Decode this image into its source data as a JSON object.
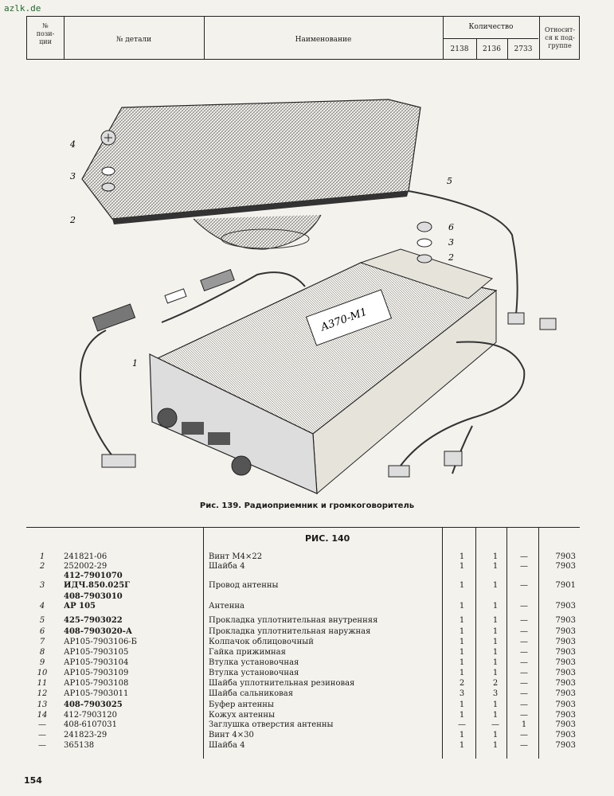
{
  "site": "azlk.de",
  "header": {
    "pos": "№\nпози-\nции",
    "part_no": "№ детали",
    "name": "Наименование",
    "qty": "Количество",
    "q1": "2138",
    "q2": "2136",
    "q3": "2733",
    "group": "Относит-\nся к под-\nгруппе"
  },
  "figure": {
    "caption": "Рис. 139. Радиоприемник и громкоговоритель",
    "radio_label": "А370-М1",
    "callouts": [
      "4",
      "3",
      "2",
      "5",
      "6",
      "3",
      "2",
      "1"
    ]
  },
  "parts_title": "РИС. 140",
  "rows": [
    {
      "pos": "1",
      "num": "241821-06",
      "bold": false,
      "name": "Винт М4×22",
      "q1": "1",
      "q2": "1",
      "q3": "—",
      "grp": "7903"
    },
    {
      "pos": "2",
      "num": "252002-29",
      "bold": false,
      "name": "Шайба 4",
      "q1": "1",
      "q2": "1",
      "q3": "—",
      "grp": "7903"
    },
    {
      "pos": "",
      "num": "412-7901070",
      "bold": true,
      "name": "",
      "q1": "",
      "q2": "",
      "q3": "",
      "grp": ""
    },
    {
      "pos": "3",
      "num": "ИДЧ.850.025Г",
      "bold": true,
      "name": "Провод антенны",
      "q1": "1",
      "q2": "1",
      "q3": "—",
      "grp": "7901"
    },
    {
      "pos": "",
      "num": "408-7903010",
      "bold": true,
      "name": "",
      "q1": "",
      "q2": "",
      "q3": "",
      "grp": ""
    },
    {
      "pos": "4",
      "num": "АР 105",
      "bold": true,
      "name": "Антенна",
      "q1": "1",
      "q2": "1",
      "q3": "—",
      "grp": "7903"
    },
    {
      "pos": "5",
      "num": "425-7903022",
      "bold": true,
      "name": "Прокладка уплотнительная внутренняя",
      "q1": "1",
      "q2": "1",
      "q3": "—",
      "grp": "7903"
    },
    {
      "pos": "6",
      "num": "408-7903020-А",
      "bold": true,
      "name": "Прокладка уплотнительная наружная",
      "q1": "1",
      "q2": "1",
      "q3": "—",
      "grp": "7903"
    },
    {
      "pos": "7",
      "num": "АР105-7903106-Б",
      "bold": false,
      "name": "Колпачок облицовочный",
      "q1": "1",
      "q2": "1",
      "q3": "—",
      "grp": "7903"
    },
    {
      "pos": "8",
      "num": "АР105-7903105",
      "bold": false,
      "name": "Гайка прижимная",
      "q1": "1",
      "q2": "1",
      "q3": "—",
      "grp": "7903"
    },
    {
      "pos": "9",
      "num": "АР105-7903104",
      "bold": false,
      "name": "Втулка установочная",
      "q1": "1",
      "q2": "1",
      "q3": "—",
      "grp": "7903"
    },
    {
      "pos": "10",
      "num": "АР105-7903109",
      "bold": false,
      "name": "Втулка установочная",
      "q1": "1",
      "q2": "1",
      "q3": "—",
      "grp": "7903"
    },
    {
      "pos": "11",
      "num": "АР105-7903108",
      "bold": false,
      "name": "Шайба уплотнительная резиновая",
      "q1": "2",
      "q2": "2",
      "q3": "—",
      "grp": "7903"
    },
    {
      "pos": "12",
      "num": "АР105-7903011",
      "bold": false,
      "name": "Шайба сальниковая",
      "q1": "3",
      "q2": "3",
      "q3": "—",
      "grp": "7903"
    },
    {
      "pos": "13",
      "num": "408-7903025",
      "bold": true,
      "name": "Буфер антенны",
      "q1": "1",
      "q2": "1",
      "q3": "—",
      "grp": "7903"
    },
    {
      "pos": "14",
      "num": "412-7903120",
      "bold": false,
      "name": "Кожух антенны",
      "q1": "1",
      "q2": "1",
      "q3": "—",
      "grp": "7903"
    },
    {
      "pos": "—",
      "num": "408-6107031",
      "bold": false,
      "name": "Заглушка отверстия антенны",
      "q1": "—",
      "q2": "—",
      "q3": "1",
      "grp": "7903"
    },
    {
      "pos": "—",
      "num": "241823-29",
      "bold": false,
      "name": "Винт 4×30",
      "q1": "1",
      "q2": "1",
      "q3": "—",
      "grp": "7903"
    },
    {
      "pos": "—",
      "num": "365138",
      "bold": false,
      "name": "Шайба 4",
      "q1": "1",
      "q2": "1",
      "q3": "—",
      "grp": "7903"
    }
  ],
  "page_number": "154"
}
